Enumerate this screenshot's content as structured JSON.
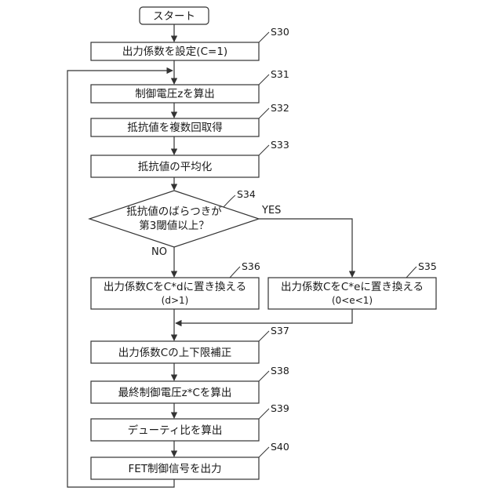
{
  "flowchart": {
    "start": "スタート",
    "s30": {
      "label": "出力係数を設定(C=1)",
      "step": "S30"
    },
    "s31": {
      "label": "制御電圧zを算出",
      "step": "S31"
    },
    "s32": {
      "label": "抵抗値を複数回取得",
      "step": "S32"
    },
    "s33": {
      "label": "抵抗値の平均化",
      "step": "S33"
    },
    "s34": {
      "line1": "抵抗値のばらつきが",
      "line2": "第3閾値以上？",
      "step": "S34",
      "yes": "YES",
      "no": "NO"
    },
    "s35": {
      "label": "出力係数CをC*eに置き換える",
      "sub": "(0<e<1)",
      "step": "S35"
    },
    "s36": {
      "label": "出力係数CをC*dに置き換える",
      "sub": "(d>1)",
      "step": "S36"
    },
    "s37": {
      "label": "出力係数Cの上下限補正",
      "step": "S37"
    },
    "s38": {
      "label": "最終制御電圧z*Cを算出",
      "step": "S38"
    },
    "s39": {
      "label": "デューティ比を算出",
      "step": "S39"
    },
    "s40": {
      "label": "FET制御信号を出力",
      "step": "S40"
    }
  }
}
